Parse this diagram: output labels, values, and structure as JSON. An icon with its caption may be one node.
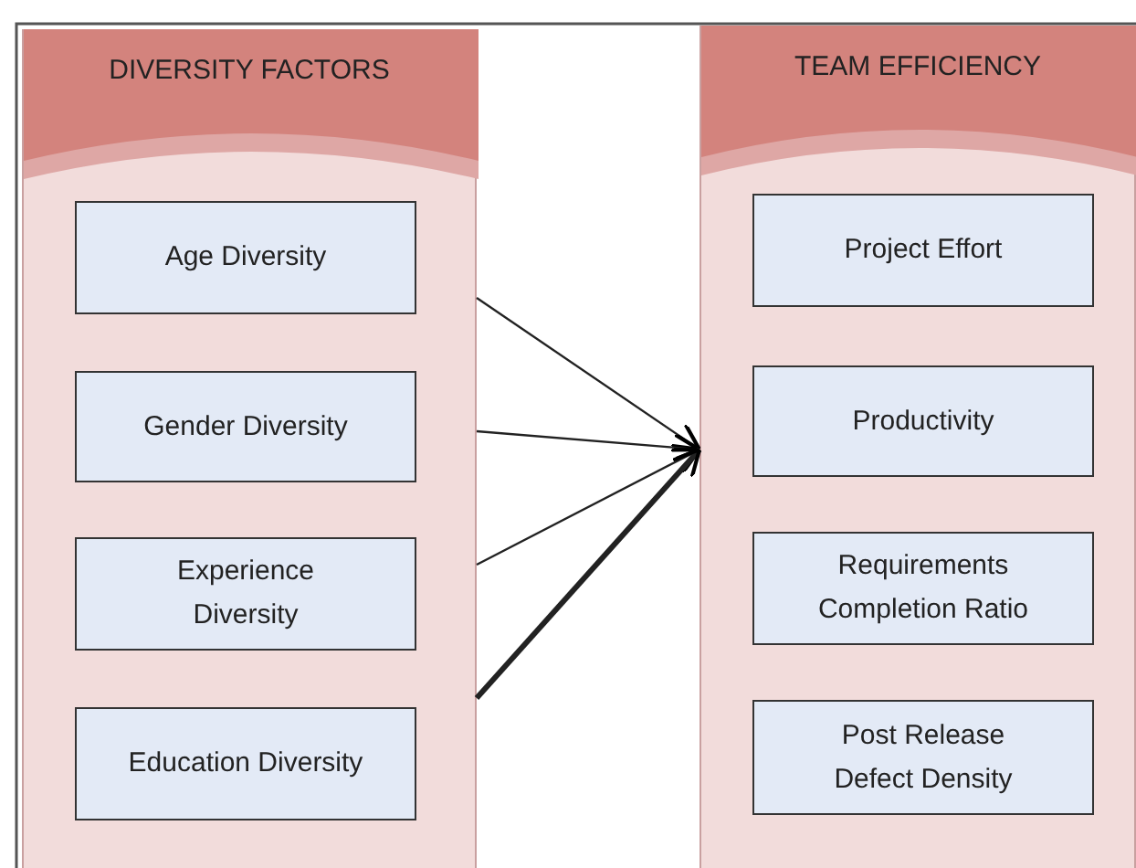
{
  "diagram": {
    "nodes": [
      {
        "text": [
          "DIVERSITY FACTORS"
        ]
      },
      {
        "text": [
          "Age Diversity"
        ],
        "in": 0
      },
      {
        "text": [
          "Gender Diversity"
        ],
        "in": 0
      },
      {
        "text": [
          "Experience Diversity"
        ],
        "in": 0
      },
      {
        "text": [
          "Education Diversity"
        ],
        "in": 0
      },
      {
        "text": [
          "TEAM EFFICIENCY"
        ]
      },
      {
        "text": [
          "Project Effort"
        ],
        "in": 5
      },
      {
        "text": [
          "Productivity"
        ],
        "in": 5
      },
      {
        "text": [
          "Requirements Completion Ratio"
        ],
        "in": 5
      },
      {
        "text": [
          "Post Release Defect Density"
        ],
        "in": 5
      }
    ],
    "edges": [
      {
        "from": 0,
        "to": 5,
        "arrow": "to"
      },
      {
        "from": 0,
        "to": 5,
        "arrow": "to"
      },
      {
        "from": 0,
        "to": 5,
        "arrow": "to"
      },
      {
        "from": 0,
        "to": 5,
        "arrow": "to",
        "style": "thick"
      }
    ]
  }
}
